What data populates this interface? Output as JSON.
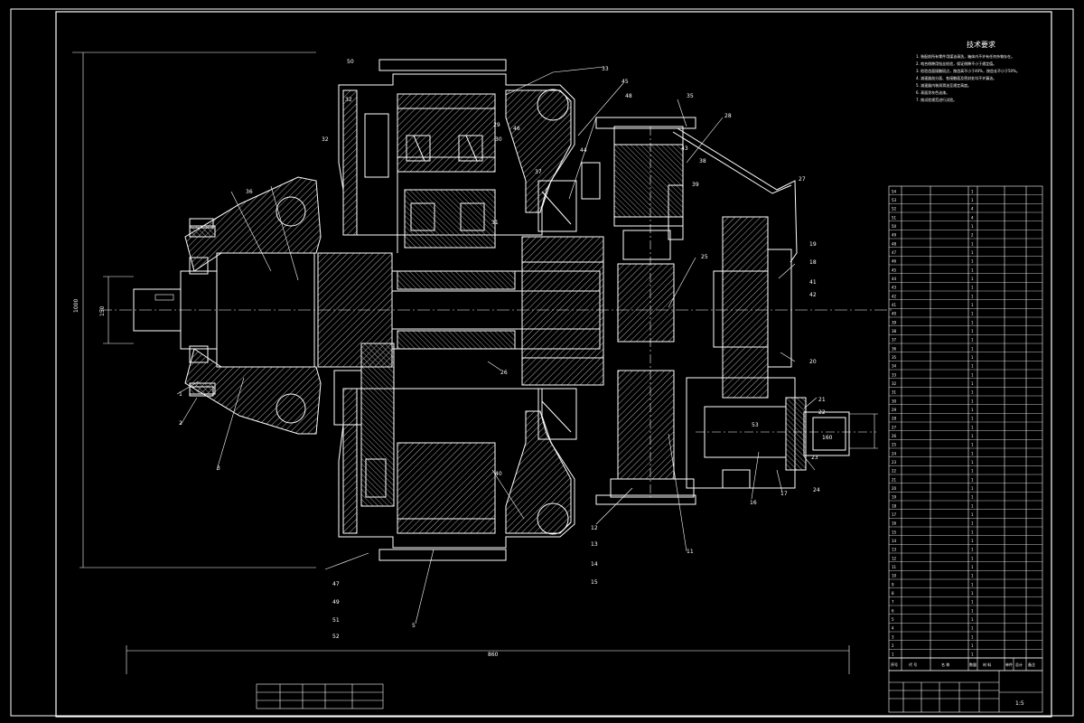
{
  "colors": {
    "background": "#000000",
    "line": "#ffffff",
    "hatch": "#d8d8d8",
    "leader": "#ffffff",
    "dimension": "#ffffff",
    "red_text": "#ff4b4b"
  },
  "drawing": {
    "tech_requirements_title": "技术要求",
    "tech_requirements_lines": [
      "1. 装配前所有零件用煤油清洗，箱体内不许有任何杂物存在。",
      "2. 啮合侧隙用铅丝检验，保证侧隙不小于规定值。",
      "3. 检验齿面接触斑点，按齿高不小于40%，按齿长不小于50%。",
      "4. 减速器剖分面、各接触面及密封处均不许漏油。",
      "5. 减速器内装润滑油至规定高度。",
      "6. 表面涂灰色油漆。",
      "7. 按试验规范进行试验。"
    ],
    "callouts": [
      "50",
      "32",
      "32",
      "33",
      "35",
      "36",
      "45",
      "48",
      "1",
      "2",
      "3",
      "5",
      "40",
      "11",
      "12",
      "13",
      "14",
      "15",
      "16",
      "17",
      "18",
      "19",
      "20",
      "21",
      "22",
      "23",
      "24",
      "25",
      "26",
      "27",
      "28",
      "29",
      "30",
      "31",
      "37",
      "38",
      "39",
      "41",
      "42",
      "43",
      "44",
      "46",
      "47",
      "49",
      "51",
      "52",
      "53"
    ],
    "dimensions": [
      "860",
      "1000",
      "150",
      "160"
    ],
    "bom_rows": [
      {
        "no": "54",
        "name": "",
        "qty": "1",
        "mat": ""
      },
      {
        "no": "53",
        "name": "",
        "qty": "1",
        "mat": ""
      },
      {
        "no": "52",
        "name": "",
        "qty": "4",
        "mat": ""
      },
      {
        "no": "51",
        "name": "",
        "qty": "4",
        "mat": ""
      },
      {
        "no": "50",
        "name": "",
        "qty": "1",
        "mat": ""
      },
      {
        "no": "49",
        "name": "",
        "qty": "2",
        "mat": ""
      },
      {
        "no": "48",
        "name": "",
        "qty": "1",
        "mat": ""
      },
      {
        "no": "47",
        "name": "",
        "qty": "1",
        "mat": ""
      },
      {
        "no": "46",
        "name": "",
        "qty": "1",
        "mat": ""
      },
      {
        "no": "45",
        "name": "",
        "qty": "1",
        "mat": ""
      },
      {
        "no": "44",
        "name": "",
        "qty": "1",
        "mat": ""
      },
      {
        "no": "43",
        "name": "",
        "qty": "1",
        "mat": ""
      },
      {
        "no": "42",
        "name": "",
        "qty": "1",
        "mat": ""
      },
      {
        "no": "41",
        "name": "",
        "qty": "1",
        "mat": ""
      },
      {
        "no": "40",
        "name": "",
        "qty": "1",
        "mat": ""
      },
      {
        "no": "39",
        "name": "",
        "qty": "1",
        "mat": ""
      },
      {
        "no": "38",
        "name": "",
        "qty": "1",
        "mat": ""
      },
      {
        "no": "37",
        "name": "",
        "qty": "1",
        "mat": ""
      },
      {
        "no": "36",
        "name": "",
        "qty": "1",
        "mat": ""
      },
      {
        "no": "35",
        "name": "",
        "qty": "1",
        "mat": ""
      },
      {
        "no": "34",
        "name": "",
        "qty": "1",
        "mat": ""
      },
      {
        "no": "33",
        "name": "",
        "qty": "1",
        "mat": ""
      },
      {
        "no": "32",
        "name": "",
        "qty": "1",
        "mat": ""
      },
      {
        "no": "31",
        "name": "",
        "qty": "1",
        "mat": ""
      },
      {
        "no": "30",
        "name": "",
        "qty": "1",
        "mat": ""
      },
      {
        "no": "29",
        "name": "",
        "qty": "1",
        "mat": ""
      },
      {
        "no": "28",
        "name": "",
        "qty": "1",
        "mat": ""
      },
      {
        "no": "27",
        "name": "",
        "qty": "1",
        "mat": ""
      },
      {
        "no": "26",
        "name": "",
        "qty": "1",
        "mat": ""
      },
      {
        "no": "25",
        "name": "",
        "qty": "1",
        "mat": ""
      },
      {
        "no": "24",
        "name": "",
        "qty": "1",
        "mat": ""
      },
      {
        "no": "23",
        "name": "",
        "qty": "1",
        "mat": ""
      },
      {
        "no": "22",
        "name": "",
        "qty": "1",
        "mat": ""
      },
      {
        "no": "21",
        "name": "",
        "qty": "1",
        "mat": ""
      },
      {
        "no": "20",
        "name": "",
        "qty": "1",
        "mat": ""
      },
      {
        "no": "19",
        "name": "",
        "qty": "1",
        "mat": ""
      },
      {
        "no": "18",
        "name": "",
        "qty": "1",
        "mat": ""
      },
      {
        "no": "17",
        "name": "",
        "qty": "1",
        "mat": ""
      },
      {
        "no": "16",
        "name": "",
        "qty": "1",
        "mat": ""
      },
      {
        "no": "15",
        "name": "",
        "qty": "1",
        "mat": ""
      },
      {
        "no": "14",
        "name": "",
        "qty": "1",
        "mat": ""
      },
      {
        "no": "13",
        "name": "",
        "qty": "1",
        "mat": ""
      },
      {
        "no": "12",
        "name": "",
        "qty": "1",
        "mat": ""
      },
      {
        "no": "11",
        "name": "",
        "qty": "1",
        "mat": ""
      },
      {
        "no": "10",
        "name": "",
        "qty": "1",
        "mat": ""
      },
      {
        "no": "9",
        "name": "",
        "qty": "1",
        "mat": ""
      },
      {
        "no": "8",
        "name": "",
        "qty": "1",
        "mat": ""
      },
      {
        "no": "7",
        "name": "",
        "qty": "1",
        "mat": ""
      },
      {
        "no": "6",
        "name": "",
        "qty": "1",
        "mat": ""
      },
      {
        "no": "5",
        "name": "",
        "qty": "1",
        "mat": ""
      },
      {
        "no": "4",
        "name": "",
        "qty": "1",
        "mat": ""
      },
      {
        "no": "3",
        "name": "",
        "qty": "1",
        "mat": ""
      },
      {
        "no": "2",
        "name": "",
        "qty": "1",
        "mat": ""
      },
      {
        "no": "1",
        "name": "",
        "qty": "1",
        "mat": ""
      }
    ],
    "bom_header": [
      "序号",
      "代 号",
      "名 称",
      "数量",
      "材 料",
      "单件",
      "总计",
      "备注"
    ],
    "title_block_name": "",
    "title_block_scale": "1:5"
  }
}
